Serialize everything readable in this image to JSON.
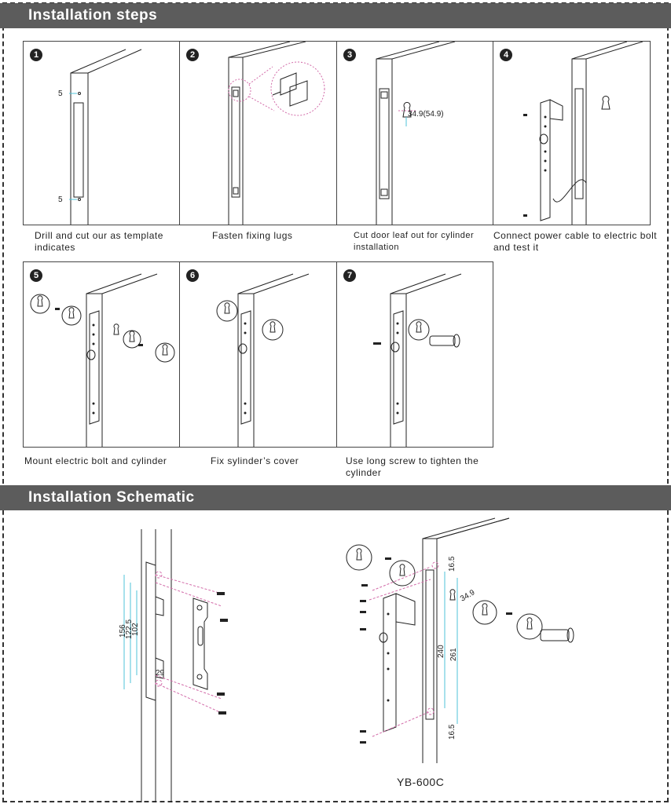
{
  "sections": {
    "steps_title": "Installation steps",
    "schematic_title": "Installation Schematic"
  },
  "steps": [
    {
      "num": "1",
      "caption": "Drill and cut our as template indicates",
      "dims": [
        "5",
        "5"
      ]
    },
    {
      "num": "2",
      "caption": "Fasten fixing lugs"
    },
    {
      "num": "3",
      "caption": "Cut  door leaf out for cylinder installation",
      "dims": [
        "34.9(54.9)"
      ]
    },
    {
      "num": "4",
      "caption": "Connect power cable to electric bolt and test it"
    },
    {
      "num": "5",
      "caption": "Mount electric bolt and cylinder"
    },
    {
      "num": "6",
      "caption": "Fix sylinder’s cover"
    },
    {
      "num": "7",
      "caption": "Use long screw to tighten the cylinder"
    }
  ],
  "schematic": {
    "left_dims": [
      "156",
      "122.5",
      "102",
      "29"
    ],
    "right_dims": [
      "16.5",
      "240",
      "261",
      "16.5",
      "34.9"
    ],
    "model": "YB-600C"
  },
  "colors": {
    "header": "#5c5c5c",
    "dim_cyan": "#4fc3d9",
    "dim_pink": "#d26aa8"
  }
}
